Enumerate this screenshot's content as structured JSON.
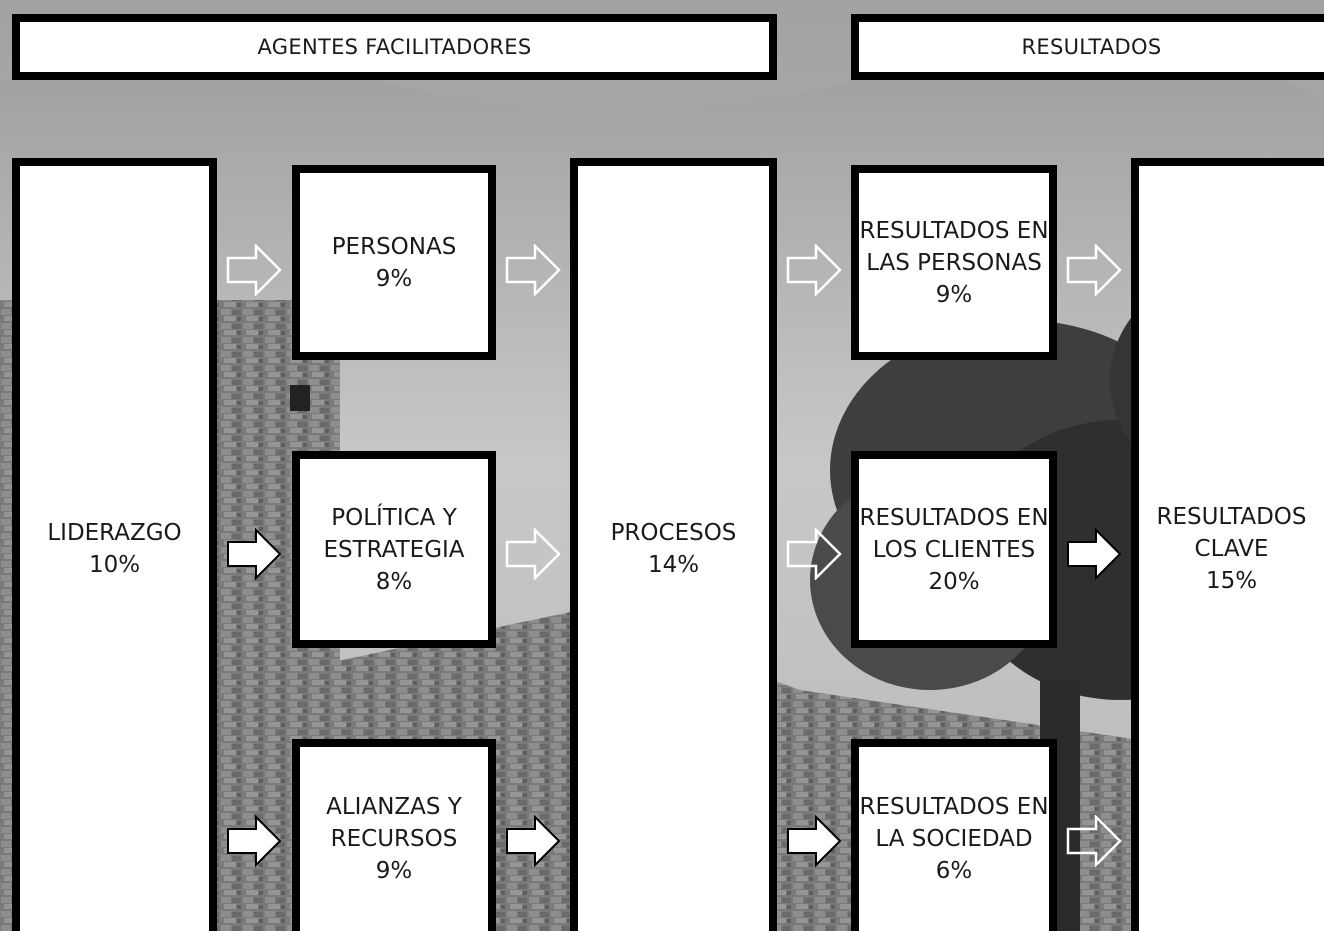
{
  "colors": {
    "box_fill": "#ffffff",
    "box_border": "#000000",
    "text": "#1a1a1a",
    "arrow_filled": "#ffffff"
  },
  "headers": {
    "enablers": "AGENTES FACILITADORES",
    "results": "RESULTADOS"
  },
  "criteria": {
    "liderazgo": {
      "label": "LIDERAZGO",
      "weight": "10%"
    },
    "personas": {
      "label": "PERSONAS",
      "weight": "9%"
    },
    "politica": {
      "label_line1": "POLÍTICA  Y",
      "label_line2": "ESTRATEGIA",
      "weight": "8%"
    },
    "alianzas": {
      "label_line1": "ALIANZAS Y",
      "label_line2": "RECURSOS",
      "weight": "9%"
    },
    "procesos": {
      "label": "PROCESOS",
      "weight": "14%"
    },
    "res_personas": {
      "label_line1": "RESULTADOS EN",
      "label_line2": "LAS PERSONAS",
      "weight": "9%"
    },
    "res_clientes": {
      "label_line1": "RESULTADOS EN",
      "label_line2": "LOS CLIENTES",
      "weight": "20%"
    },
    "res_sociedad": {
      "label_line1": "RESULTADOS EN",
      "label_line2": "LA SOCIEDAD",
      "weight": "6%"
    },
    "res_clave": {
      "label_line1": "RESULTADOS",
      "label_line2": "CLAVE",
      "weight": "15%"
    }
  },
  "arrows": [
    {
      "name": "arrow-liderazgo-to-personas",
      "style": "outline"
    },
    {
      "name": "arrow-liderazgo-to-politica",
      "style": "filled"
    },
    {
      "name": "arrow-liderazgo-to-alianzas",
      "style": "filled"
    },
    {
      "name": "arrow-personas-to-procesos",
      "style": "outline"
    },
    {
      "name": "arrow-politica-to-procesos",
      "style": "outline"
    },
    {
      "name": "arrow-alianzas-to-procesos",
      "style": "filled"
    },
    {
      "name": "arrow-procesos-to-res-personas",
      "style": "outline"
    },
    {
      "name": "arrow-procesos-to-res-clientes",
      "style": "outline"
    },
    {
      "name": "arrow-procesos-to-res-sociedad",
      "style": "filled"
    },
    {
      "name": "arrow-res-personas-to-clave",
      "style": "outline"
    },
    {
      "name": "arrow-res-clientes-to-clave",
      "style": "filled"
    },
    {
      "name": "arrow-res-sociedad-to-clave",
      "style": "outline"
    }
  ]
}
